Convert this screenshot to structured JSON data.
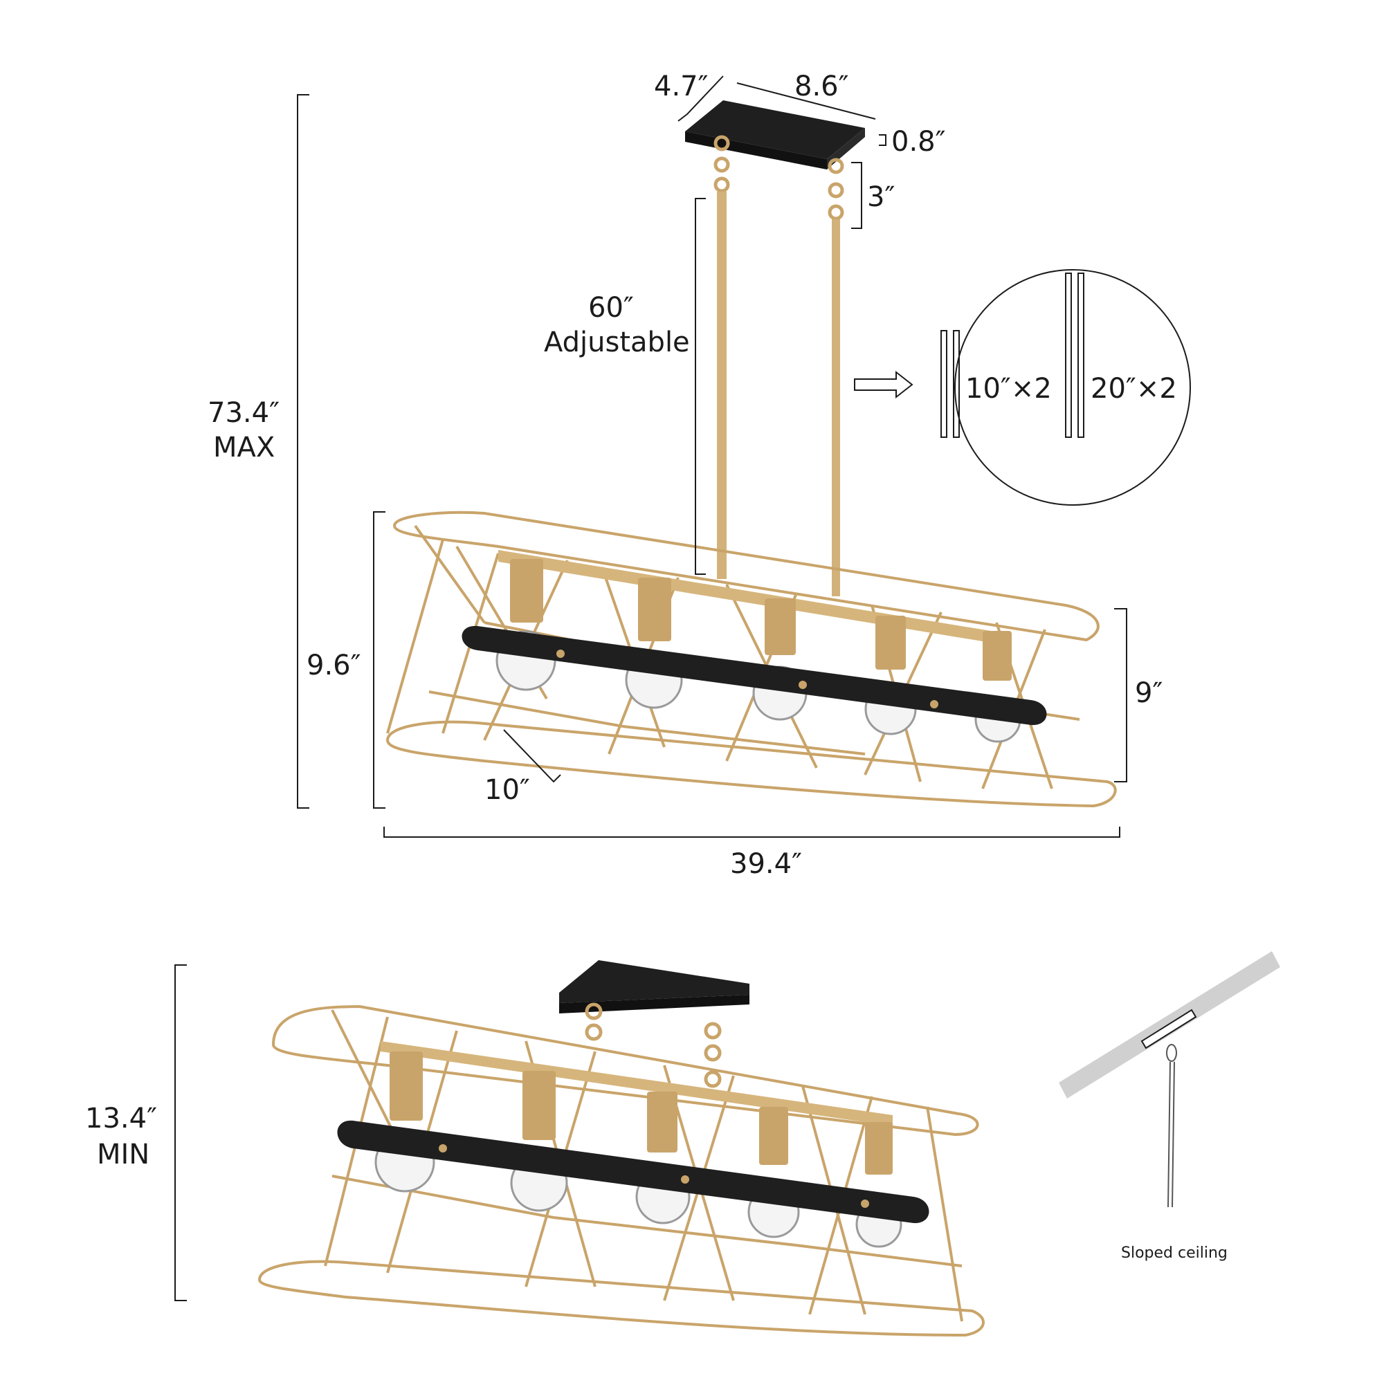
{
  "colors": {
    "gold": "#c9a46a",
    "gold_dark": "#a8834a",
    "black": "#1f1f1f",
    "line": "#1b1b1b",
    "ceiling_gray": "#d0d0d0"
  },
  "top_view": {
    "canopy_depth": "4.7″",
    "canopy_width": "8.6″",
    "canopy_thickness": "0.8″",
    "chain": "3″",
    "rods": "60″",
    "rods_note": "Adjustable",
    "total_height": "73.4″",
    "total_height_note": "MAX",
    "fixture_height_left": "9.6″",
    "fixture_height_right": "9″",
    "fixture_depth": "10″",
    "fixture_width": "39.4″"
  },
  "rod_detail": {
    "rod_short": "10″×2",
    "rod_long": "20″×2"
  },
  "bottom_view": {
    "min_height": "13.4″",
    "min_height_note": "MIN"
  },
  "sloped": {
    "label": "Sloped ceiling"
  }
}
